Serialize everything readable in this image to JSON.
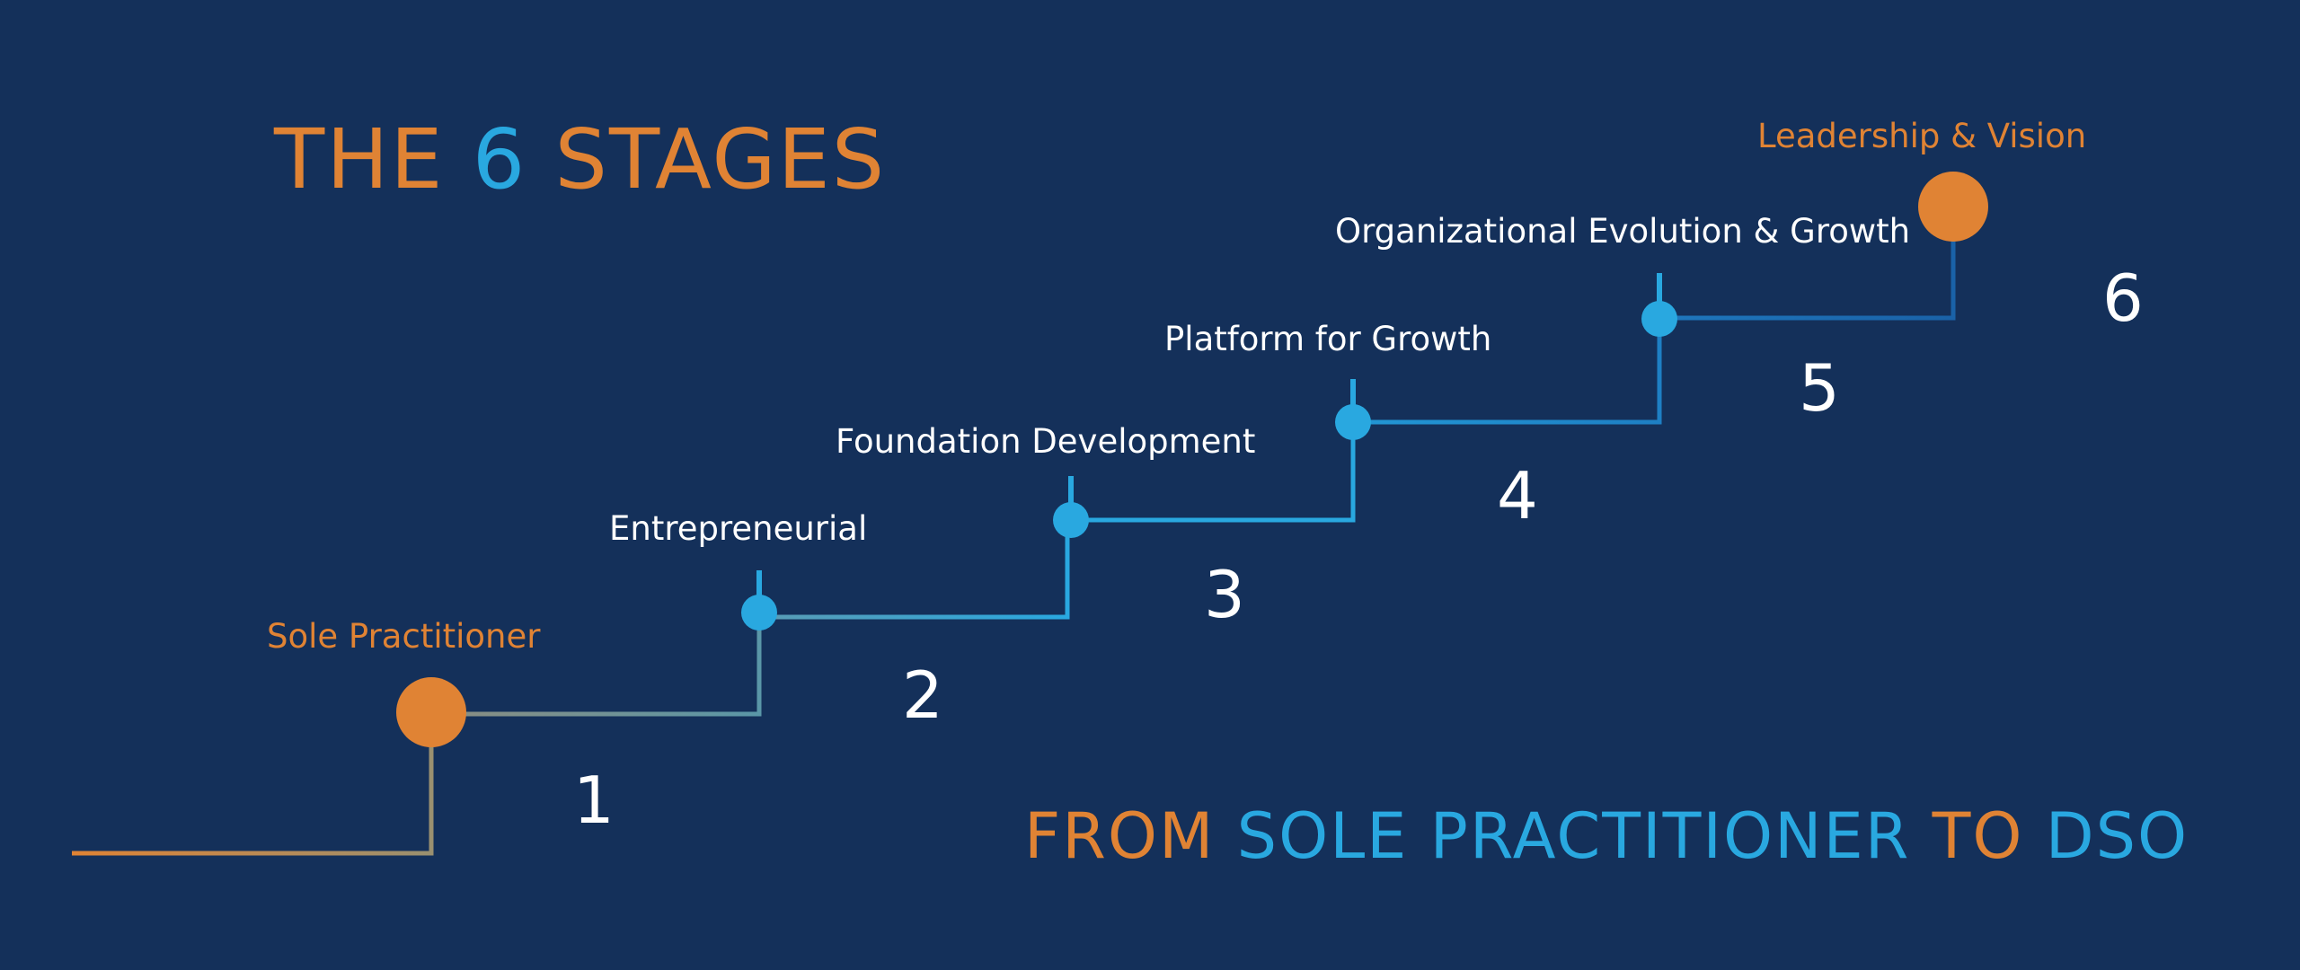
{
  "title": {
    "part1": "THE ",
    "number": "6",
    "part2": " STAGES"
  },
  "subtitle": {
    "part1": "FROM ",
    "part2": "SOLE PRACTITIONER",
    "part3": " TO ",
    "part4": "DSO"
  },
  "stages": [
    {
      "number": "1",
      "label": "Sole Practitioner"
    },
    {
      "number": "2",
      "label": "Entrepreneurial"
    },
    {
      "number": "3",
      "label": "Foundation Development"
    },
    {
      "number": "4",
      "label": "Platform for Growth"
    },
    {
      "number": "5",
      "label": "Organizational Evolution & Growth"
    },
    {
      "number": "6",
      "label": "Leadership & Vision"
    }
  ],
  "colors": {
    "background": "#14305a",
    "orange": "#e08334",
    "light_blue": "#29a8e0",
    "mid_blue": "#1e72b8",
    "white": "#ffffff"
  }
}
